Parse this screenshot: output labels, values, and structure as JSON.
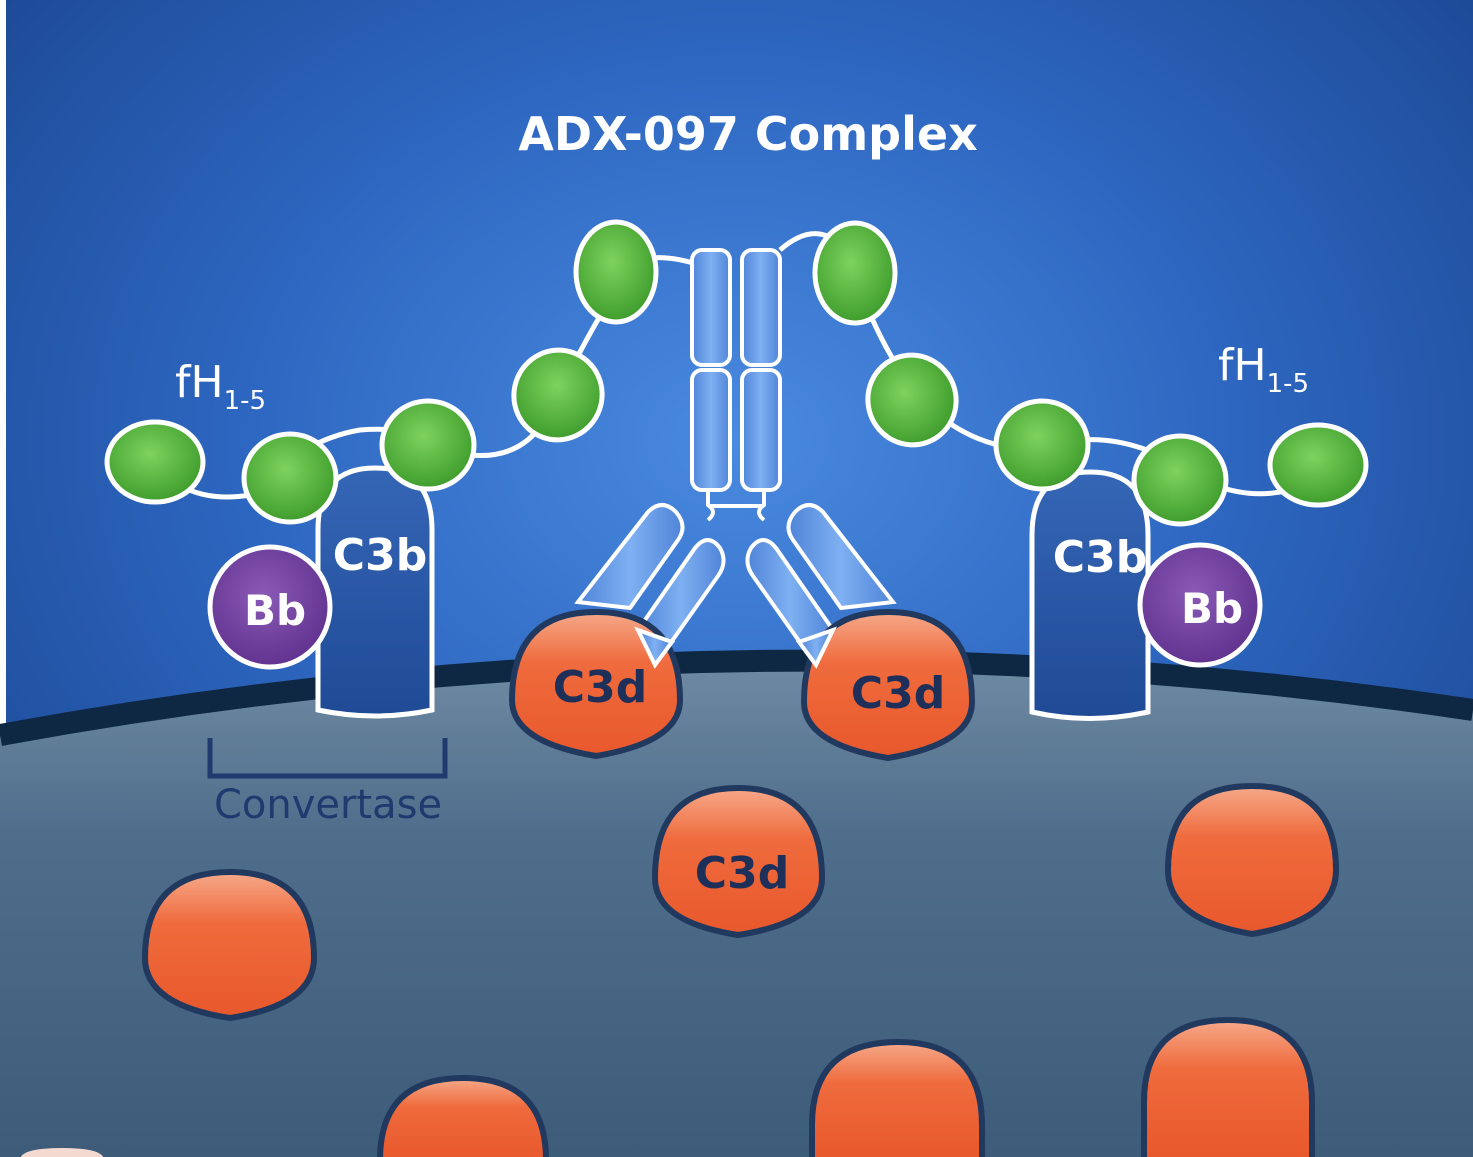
{
  "title": "ADX-097 Complex",
  "fh_label": {
    "main": "fH",
    "subscript": "1-5"
  },
  "labels": {
    "c3b": "C3b",
    "bb": "Bb",
    "c3d": "C3d",
    "convertase": "Convertase"
  },
  "colors": {
    "background_top": "#1e4e9a",
    "background_glow": "#3f7fd6",
    "cell_surface": "#4d6b86",
    "membrane": "#0f2a45",
    "fh_domain": "#55b83f",
    "c3b": "#2957a6",
    "bb": "#6a3a96",
    "c3d": "#ee6a3c",
    "antibody": "#5b8fe0"
  },
  "icons": {
    "fh_domain": "green-ellipse",
    "c3b": "blue-arch",
    "bb": "purple-circle",
    "c3d": "orange-dome",
    "antibody": "y-shaped-antibody"
  }
}
